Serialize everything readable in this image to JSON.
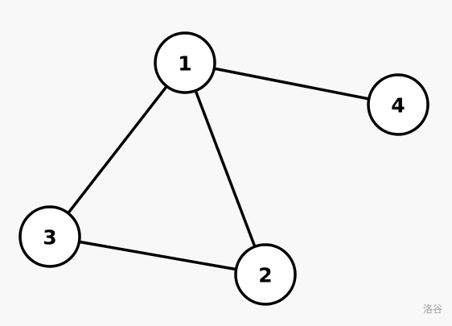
{
  "graph": {
    "nodes": [
      {
        "id": "1",
        "label": "1"
      },
      {
        "id": "2",
        "label": "2"
      },
      {
        "id": "3",
        "label": "3"
      },
      {
        "id": "4",
        "label": "4"
      }
    ],
    "edges": [
      {
        "from": "1",
        "to": "4"
      },
      {
        "from": "1",
        "to": "3"
      },
      {
        "from": "1",
        "to": "2"
      },
      {
        "from": "3",
        "to": "2"
      }
    ],
    "colors": {
      "background": "#f8f8f8",
      "node_fill": "#ffffff",
      "stroke": "#000000"
    }
  },
  "watermark": "洛谷"
}
